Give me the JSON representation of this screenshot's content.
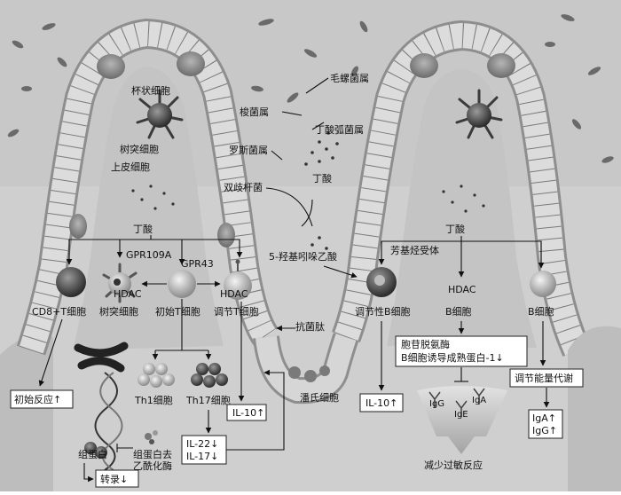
{
  "labels": {
    "goblet_cell": "杯状细胞",
    "dendritic_cell_top": "树突细胞",
    "epithelial_cell": "上皮细胞",
    "helicobacter": "毛螺菌属",
    "clostridium": "梭菌属",
    "butyrivibrio": "丁酸弧菌属",
    "roseburia": "罗斯菌属",
    "bifidobacterium": "双歧杆菌",
    "butyrate_mid": "丁酸",
    "butyrate_left": "丁酸",
    "butyrate_right": "丁酸",
    "gpr109a": "GPR109A",
    "gpr43": "GPR43",
    "hdac_left": "HDAC",
    "hdac_mid": "HDAC",
    "hdac_right": "HDAC",
    "cd8_t": "CD8+T细胞",
    "dendritic_cell": "树突细胞",
    "naive_t": "初始T细胞",
    "treg": "调节T细胞",
    "hiaa": "5-羟基吲哚乙酸",
    "ahr": "芳基烃受体",
    "breg": "调节性B细胞",
    "b_cell_mid": "B细胞",
    "b_cell_right": "B细胞",
    "antimicrobial": "抗菌肽",
    "paneth": "潘氏细胞",
    "initial_response": "初始反应↑",
    "th1": "Th1细胞",
    "th17": "Th17细胞",
    "il10_left": "IL-10↑",
    "il22": "IL-22↓",
    "il17": "IL-17↓",
    "histone": "组蛋白",
    "hdac_enzyme_1": "组蛋白去",
    "hdac_enzyme_2": "乙酰化酶",
    "transcription": "转录↓",
    "il10_right": "IL-10↑",
    "aid_1": "胞苷脱氨酶",
    "aid_2": "B细胞诱导成熟蛋白-1↓",
    "igg": "IgG",
    "ige": "IgE",
    "iga": "IgA",
    "reduce_allergy": "减少过敏反应",
    "energy_metabolism": "调节能量代谢",
    "iga_up": "IgA↑",
    "igg_up": "IgG↑"
  }
}
